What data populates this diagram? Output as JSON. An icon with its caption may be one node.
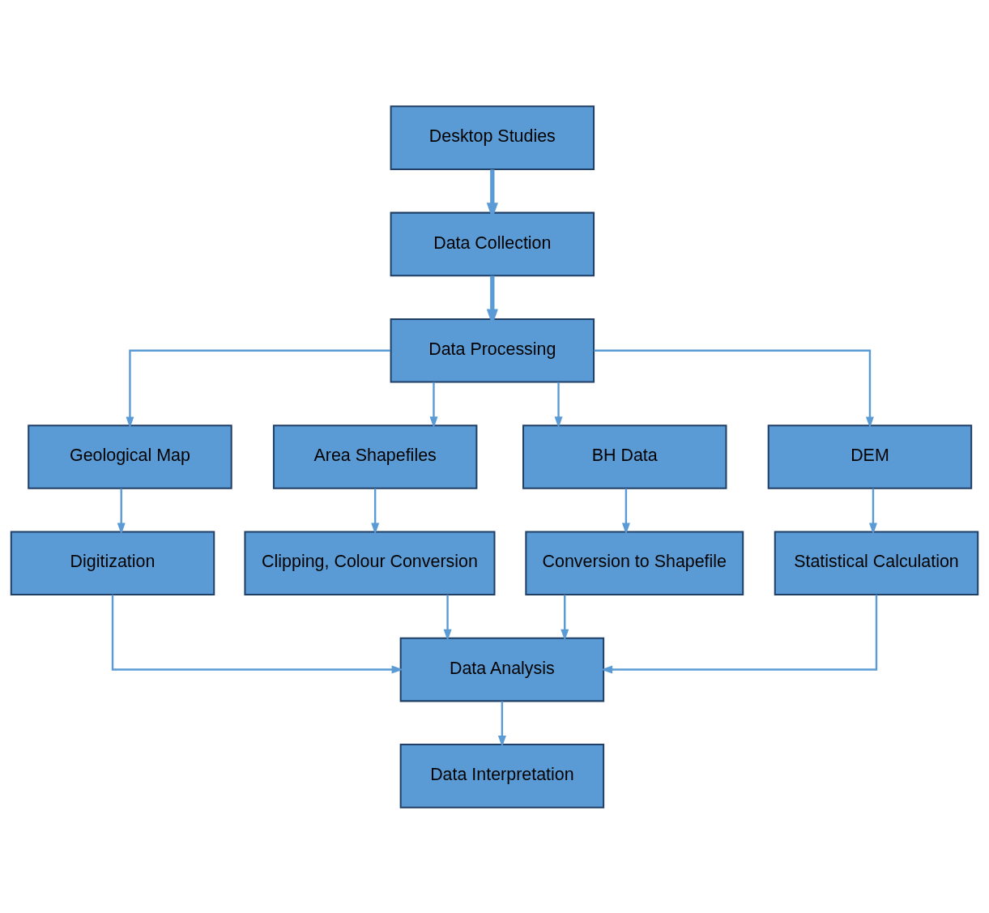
{
  "diagram": {
    "nodes": [
      {
        "text": [
          "Desktop Studies"
        ]
      },
      {
        "text": [
          "Data Collection"
        ]
      },
      {
        "text": [
          "Data Processing"
        ]
      },
      {
        "text": [
          "Geological Map"
        ]
      },
      {
        "text": [
          "Area Shapefiles"
        ]
      },
      {
        "text": [
          "BH Data"
        ]
      },
      {
        "text": [
          "DEM"
        ]
      },
      {
        "text": [
          "Digitization"
        ]
      },
      {
        "text": [
          "Clipping, Colour Conversion"
        ]
      },
      {
        "text": [
          "Conversion to Shapefile"
        ]
      },
      {
        "text": [
          "Statistical Calculation"
        ]
      },
      {
        "text": [
          "Data Analysis"
        ]
      },
      {
        "text": [
          "Data Interpretation"
        ]
      }
    ],
    "edges": [
      {
        "from": 0,
        "to": 1,
        "arrow": "to",
        "style": "thick"
      },
      {
        "from": 1,
        "to": 2,
        "arrow": "to",
        "style": "thick"
      },
      {
        "from": 2,
        "to": 3,
        "arrow": "to"
      },
      {
        "from": 2,
        "to": 4,
        "arrow": "to"
      },
      {
        "from": 2,
        "to": 5,
        "arrow": "to"
      },
      {
        "from": 2,
        "to": 6,
        "arrow": "to"
      },
      {
        "from": 3,
        "to": 7,
        "arrow": "to"
      },
      {
        "from": 4,
        "to": 8,
        "arrow": "to"
      },
      {
        "from": 5,
        "to": 9,
        "arrow": "to"
      },
      {
        "from": 6,
        "to": 10,
        "arrow": "to"
      },
      {
        "from": 7,
        "to": 11,
        "arrow": "to"
      },
      {
        "from": 8,
        "to": 11,
        "arrow": "to"
      },
      {
        "from": 9,
        "to": 11,
        "arrow": "to"
      },
      {
        "from": 10,
        "to": 11,
        "arrow": "to"
      },
      {
        "from": 11,
        "to": 12,
        "arrow": "to"
      }
    ]
  }
}
